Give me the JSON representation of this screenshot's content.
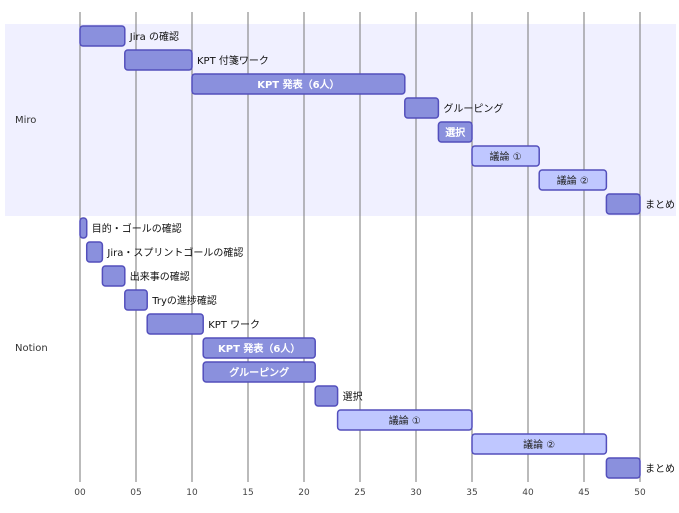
{
  "chart_data": {
    "type": "gantt",
    "title": "",
    "xlabel": "",
    "ylabel": "",
    "xlim": [
      0,
      50
    ],
    "ticks": [
      0,
      5,
      10,
      15,
      20,
      25,
      30,
      35,
      40,
      45,
      50
    ],
    "tick_labels": [
      "00",
      "05",
      "10",
      "15",
      "20",
      "25",
      "30",
      "35",
      "40",
      "45",
      "50"
    ],
    "grid": true,
    "colors": {
      "section_band": "#f0f0ff",
      "bar_active": "#8a90dd",
      "bar_border": "#534fbc",
      "bar_done": "#bfc7ff",
      "grid": "#777777"
    },
    "sections": [
      {
        "name": "Miro",
        "tasks": [
          {
            "label": "Jira の確認",
            "start": 0,
            "end": 4,
            "style": "active"
          },
          {
            "label": "KPT 付箋ワーク",
            "start": 4,
            "end": 10,
            "style": "active"
          },
          {
            "label": "KPT 発表（6人）",
            "start": 10,
            "end": 29,
            "style": "active"
          },
          {
            "label": "グルーピング",
            "start": 29,
            "end": 32,
            "style": "active"
          },
          {
            "label": "選択",
            "start": 32,
            "end": 35,
            "style": "active"
          },
          {
            "label": "議論 ①",
            "start": 35,
            "end": 41,
            "style": "done"
          },
          {
            "label": "議論 ②",
            "start": 41,
            "end": 47,
            "style": "done"
          },
          {
            "label": "まとめ",
            "start": 47,
            "end": 50,
            "style": "active"
          }
        ]
      },
      {
        "name": "Notion",
        "tasks": [
          {
            "label": "目的・ゴールの確認",
            "start": 0,
            "end": 0.6,
            "style": "active"
          },
          {
            "label": "Jira・スプリントゴールの確認",
            "start": 0.6,
            "end": 2,
            "style": "active"
          },
          {
            "label": "出来事の確認",
            "start": 2,
            "end": 4,
            "style": "active"
          },
          {
            "label": "Tryの進捗確認",
            "start": 4,
            "end": 6,
            "style": "active"
          },
          {
            "label": "KPT ワーク",
            "start": 6,
            "end": 11,
            "style": "active"
          },
          {
            "label": "KPT 発表（6人）",
            "start": 11,
            "end": 21,
            "style": "active"
          },
          {
            "label": "グルーピング",
            "start": 11,
            "end": 21,
            "style": "active"
          },
          {
            "label": "選択",
            "start": 21,
            "end": 23,
            "style": "active"
          },
          {
            "label": "議論 ①",
            "start": 23,
            "end": 35,
            "style": "done"
          },
          {
            "label": "議論 ②",
            "start": 35,
            "end": 47,
            "style": "done"
          },
          {
            "label": "まとめ",
            "start": 47,
            "end": 50,
            "style": "active"
          }
        ]
      }
    ]
  }
}
